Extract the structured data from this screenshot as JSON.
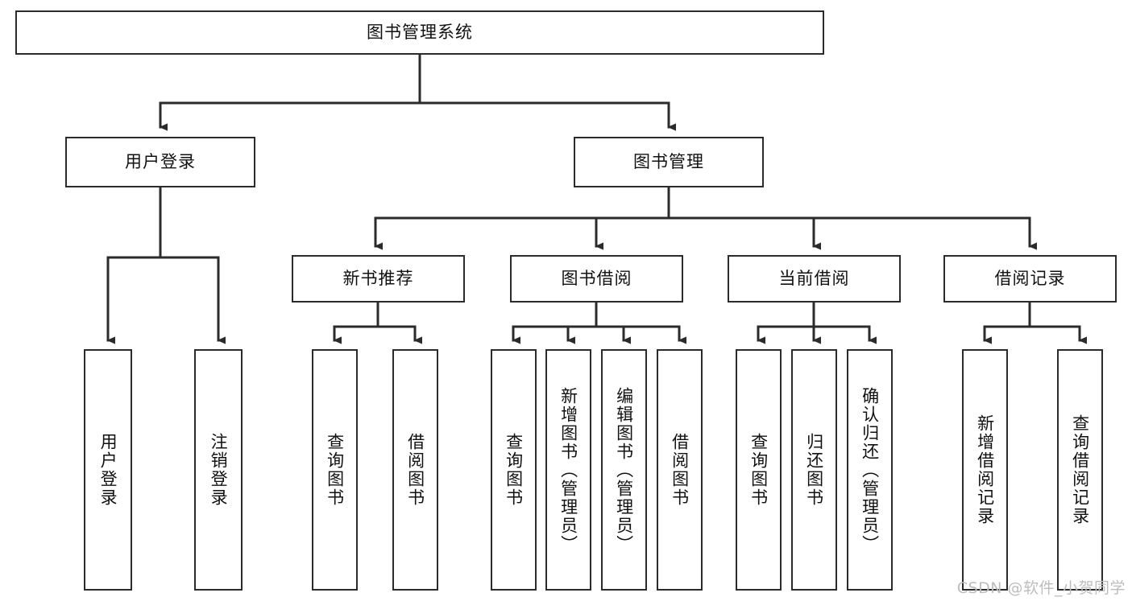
{
  "diagram": {
    "title": "图书管理系统",
    "type": "hierarchy-tree",
    "root": {
      "label": "图书管理系统"
    },
    "level2": [
      {
        "label": "用户登录"
      },
      {
        "label": "图书管理"
      }
    ],
    "level3": [
      {
        "label": "新书推荐"
      },
      {
        "label": "图书借阅"
      },
      {
        "label": "当前借阅"
      },
      {
        "label": "借阅记录"
      }
    ],
    "leaves": {
      "user_login": [
        {
          "label": "用户登录"
        },
        {
          "label": "注销登录"
        }
      ],
      "new_book_recommend": [
        {
          "label": "查询图书"
        },
        {
          "label": "借阅图书"
        }
      ],
      "book_borrow": [
        {
          "label": "查询图书"
        },
        {
          "label": "新增图书（管理员）"
        },
        {
          "label": "编辑图书（管理员）"
        },
        {
          "label": "借阅图书"
        }
      ],
      "current_borrow": [
        {
          "label": "查询图书"
        },
        {
          "label": "归还图书"
        },
        {
          "label": "确认归还（管理员）"
        }
      ],
      "borrow_record": [
        {
          "label": "新增借阅记录"
        },
        {
          "label": "查询借阅记录"
        }
      ]
    }
  },
  "watermark": {
    "text": "CSDN @软件_小贺同学"
  },
  "colors": {
    "stroke": "#2b2b2b",
    "box_fill": "#ffffff",
    "text": "#111111",
    "watermark": "#bdbdbd",
    "background": "#ffffff"
  }
}
